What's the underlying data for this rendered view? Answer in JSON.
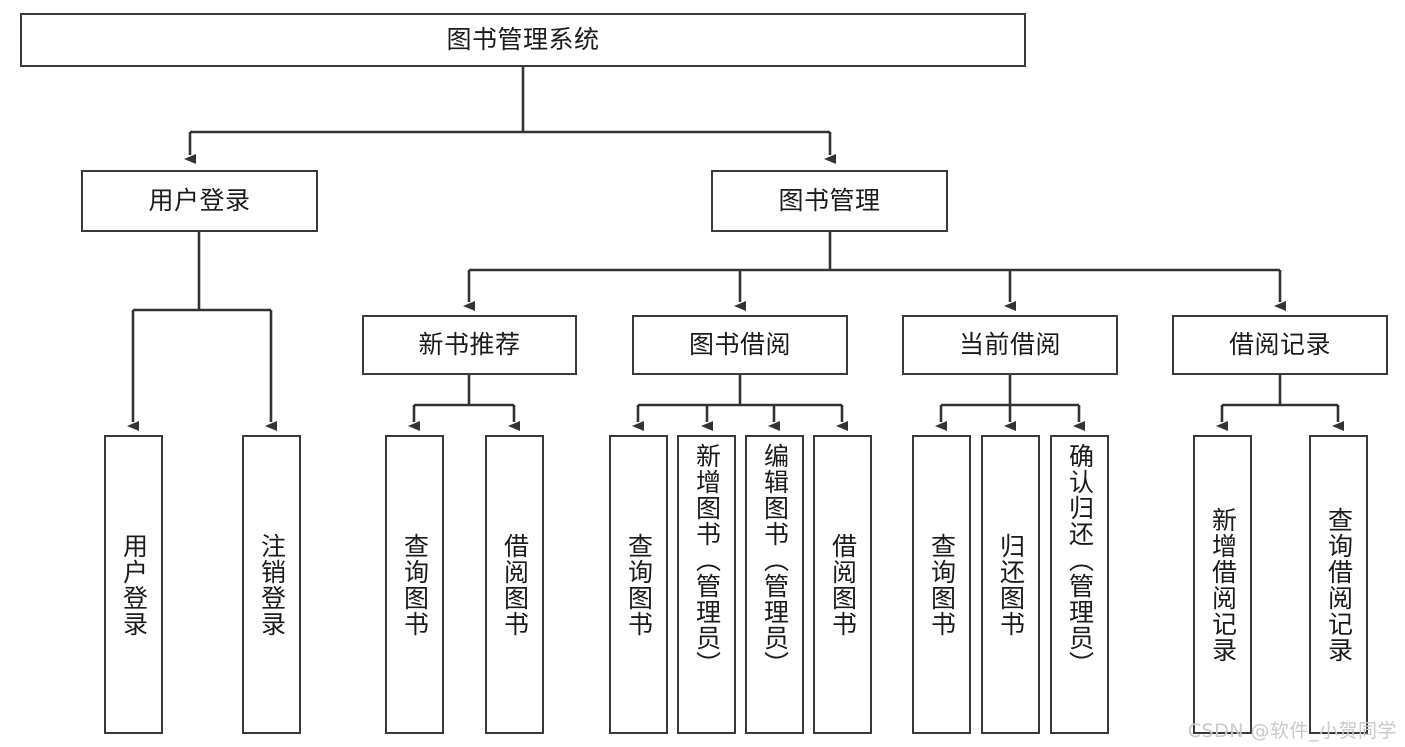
{
  "diagram": {
    "title": "图书管理系统",
    "type": "tree",
    "watermark": "CSDN @软件_小贺同学",
    "colors": {
      "box_border": "#3a3a3a",
      "box_fill": "#ffffff",
      "connector": "#333333",
      "text": "#1b1b1b",
      "watermark": "#c9c9c9",
      "background": "#ffffff"
    },
    "root": {
      "label": "图书管理系统"
    },
    "level2": [
      {
        "id": "user-login",
        "label": "用户登录"
      },
      {
        "id": "book-manage",
        "label": "图书管理"
      }
    ],
    "level3": [
      {
        "id": "new-book-recommend",
        "label": "新书推荐",
        "parent": "book-manage"
      },
      {
        "id": "book-borrow",
        "label": "图书借阅",
        "parent": "book-manage"
      },
      {
        "id": "current-borrow",
        "label": "当前借阅",
        "parent": "book-manage"
      },
      {
        "id": "borrow-record",
        "label": "借阅记录",
        "parent": "book-manage"
      }
    ],
    "leaves": [
      {
        "id": "leaf-user-login",
        "label": "用户登录",
        "parent": "user-login"
      },
      {
        "id": "leaf-user-logout",
        "label": "注销登录",
        "parent": "user-login"
      },
      {
        "id": "leaf-query-book-1",
        "label": "查询图书",
        "parent": "new-book-recommend"
      },
      {
        "id": "leaf-borrow-book-1",
        "label": "借阅图书",
        "parent": "new-book-recommend"
      },
      {
        "id": "leaf-query-book-2",
        "label": "查询图书",
        "parent": "book-borrow"
      },
      {
        "id": "leaf-add-book",
        "label": "新增图书（管理员）",
        "parent": "book-borrow"
      },
      {
        "id": "leaf-edit-book",
        "label": "编辑图书（管理员）",
        "parent": "book-borrow"
      },
      {
        "id": "leaf-borrow-book-2",
        "label": "借阅图书",
        "parent": "book-borrow"
      },
      {
        "id": "leaf-query-book-3",
        "label": "查询图书",
        "parent": "current-borrow"
      },
      {
        "id": "leaf-return-book",
        "label": "归还图书",
        "parent": "current-borrow"
      },
      {
        "id": "leaf-confirm-return",
        "label": "确认归还（管理员）",
        "parent": "current-borrow"
      },
      {
        "id": "leaf-add-borrow-record",
        "label": "新增借阅记录",
        "parent": "borrow-record"
      },
      {
        "id": "leaf-query-borrow-record",
        "label": "查询借阅记录",
        "parent": "borrow-record"
      }
    ]
  }
}
